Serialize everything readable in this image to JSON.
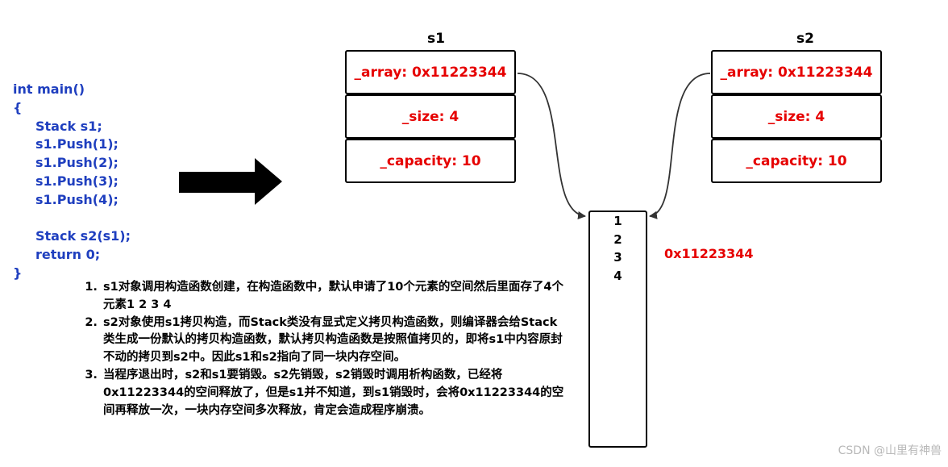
{
  "code": {
    "lines": [
      "int main()",
      "{",
      "Stack s1;",
      "s1.Push(1);",
      "s1.Push(2);",
      "s1.Push(3);",
      "s1.Push(4);",
      "Stack s2(s1);",
      "return 0;",
      "}"
    ]
  },
  "s1": {
    "label": "s1",
    "fields": [
      "_array: 0x11223344",
      "_size: 4",
      "_capacity: 10"
    ]
  },
  "s2": {
    "label": "s2",
    "fields": [
      "_array: 0x11223344",
      "_size: 4",
      "_capacity: 10"
    ]
  },
  "heap": {
    "values": [
      "1",
      "2",
      "3",
      "4"
    ],
    "address": "0x11223344"
  },
  "notes": [
    "s1对象调用构造函数创建，在构造函数中，默认申请了10个元素的空间然后里面存了4个元素1  2  3   4",
    "s2对象使用s1拷贝构造，而Stack类没有显式定义拷贝构造函数，则编译器会给Stack类生成一份默认的拷贝构造函数，默认拷贝构造函数是按照值拷贝的，即将s1中内容原封不动的拷贝到s2中。因此s1和s2指向了同一块内存空间。",
    "当程序退出时，s2和s1要销毁。s2先销毁，s2销毁时调用析构函数，已经将0x11223344的空间释放了，但是s1并不知道，到s1销毁时，会将0x11223344的空间再释放一次，一块内存空间多次释放，肯定会造成程序崩溃。"
  ],
  "watermark": "CSDN @山里有神兽",
  "colors": {
    "code": "#1f3fbf",
    "field": "#e60000",
    "address": "#e60000"
  },
  "icons": {
    "arrow": "right-arrow-icon"
  }
}
